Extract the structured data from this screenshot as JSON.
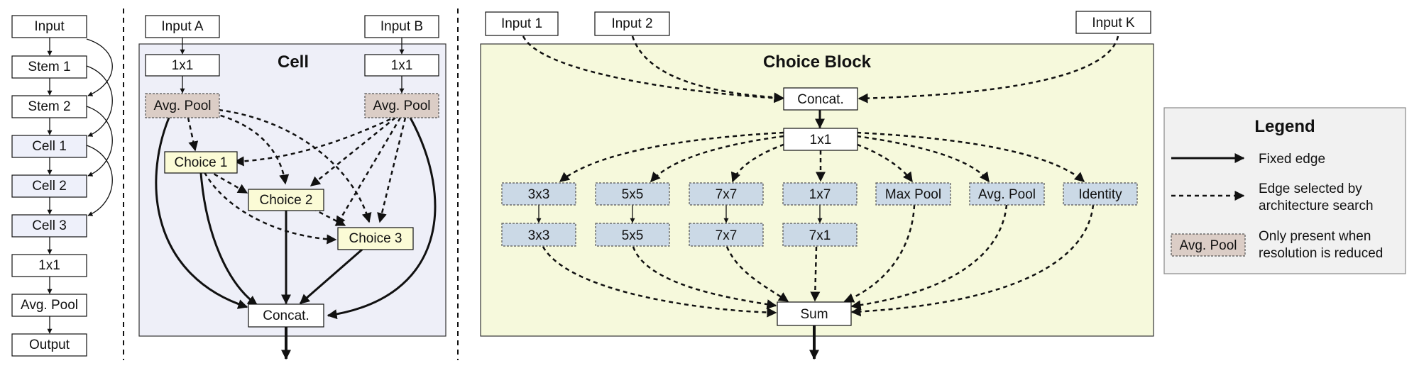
{
  "backbone": {
    "nodes": [
      "Input",
      "Stem 1",
      "Stem 2",
      "Cell 1",
      "Cell 2",
      "Cell 3",
      "1x1",
      "Avg. Pool",
      "Output"
    ]
  },
  "cell": {
    "title": "Cell",
    "input_a": "Input A",
    "input_b": "Input B",
    "conv_a": "1x1",
    "conv_b": "1x1",
    "pool_a": "Avg. Pool",
    "pool_b": "Avg. Pool",
    "choice_1": "Choice 1",
    "choice_2": "Choice 2",
    "choice_3": "Choice 3",
    "concat": "Concat."
  },
  "choice_block": {
    "title": "Choice Block",
    "input_1": "Input 1",
    "input_2": "Input 2",
    "input_k": "Input K",
    "concat": "Concat.",
    "conv": "1x1",
    "ops_top": [
      "3x3",
      "5x5",
      "7x7",
      "1x7",
      "Max Pool",
      "Avg. Pool",
      "Identity"
    ],
    "ops_bottom": [
      "3x3",
      "5x5",
      "7x7",
      "7x1"
    ],
    "sum": "Sum"
  },
  "legend": {
    "title": "Legend",
    "fixed_edge": "Fixed edge",
    "searched_edge_line1": "Edge selected by",
    "searched_edge_line2": "architecture search",
    "pool_sample": "Avg. Pool",
    "pool_note_line1": "Only present when",
    "pool_note_line2": "resolution is reduced"
  },
  "colors": {
    "cell_bg": "#eeeff8",
    "choice_block_bg": "#f6f9dc",
    "backbone_cell_fill": "#eef0fa",
    "choice_fill": "#fbfbd6",
    "pool_fill": "#dbcdc6",
    "op_fill": "#cbd9e6",
    "legend_bg": "#f1f1f1",
    "line": "#111111"
  }
}
